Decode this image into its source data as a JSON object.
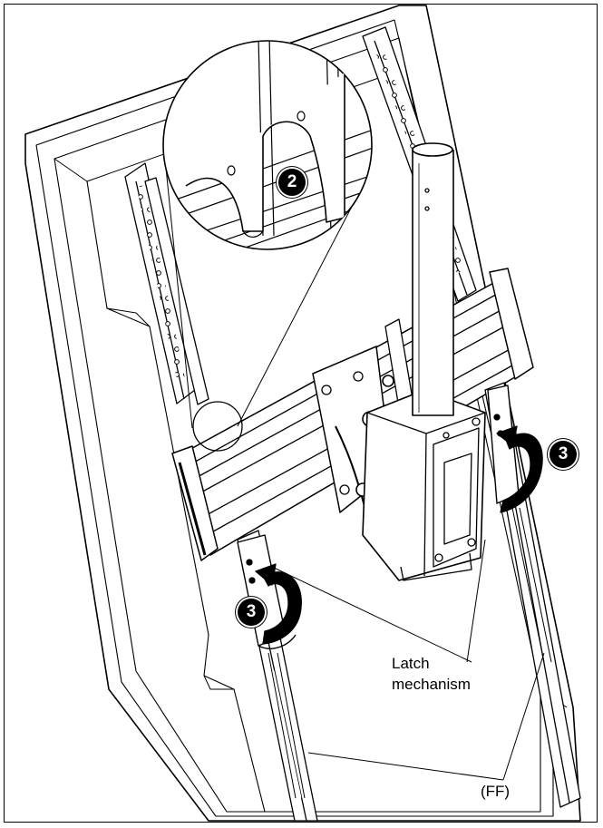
{
  "callouts": {
    "step2": "2",
    "step3_right": "3",
    "step3_left": "3"
  },
  "labels": {
    "latch_line1": "Latch",
    "latch_line2": "mechanism",
    "ff": "(FF)"
  }
}
